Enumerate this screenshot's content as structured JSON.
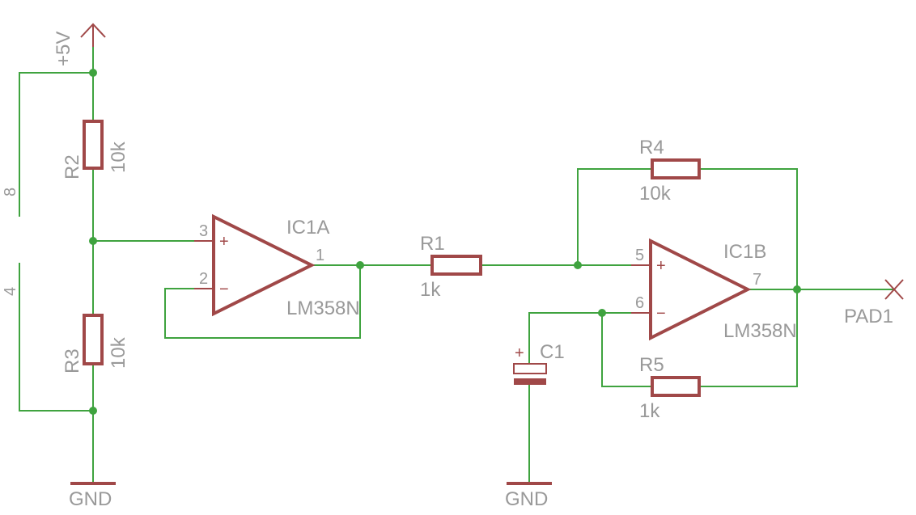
{
  "supply": {
    "label": "+5V"
  },
  "grounds": {
    "left": "GND",
    "right": "GND"
  },
  "resistors": {
    "r1": {
      "name": "R1",
      "value": "1k"
    },
    "r2": {
      "name": "R2",
      "value": "10k"
    },
    "r3": {
      "name": "R3",
      "value": "10k"
    },
    "r4": {
      "name": "R4",
      "value": "10k"
    },
    "r5": {
      "name": "R5",
      "value": "1k"
    }
  },
  "capacitor": {
    "name": "C1",
    "polarity": "+"
  },
  "opamps": {
    "ic1a": {
      "name": "IC1A",
      "part": "LM358N",
      "pin_noninv": "3",
      "pin_inv": "2",
      "pin_out": "1"
    },
    "ic1b": {
      "name": "IC1B",
      "part": "LM358N",
      "pin_noninv": "5",
      "pin_inv": "6",
      "pin_out": "7"
    }
  },
  "power_pins": {
    "vcc": "8",
    "gnd": "4"
  },
  "pad": {
    "name": "PAD1"
  },
  "input_signs": {
    "plus": "+",
    "minus": "−"
  },
  "colors": {
    "wire": "#3fa33f",
    "component": "#a04848",
    "text": "#999999",
    "background": "#ffffff"
  }
}
